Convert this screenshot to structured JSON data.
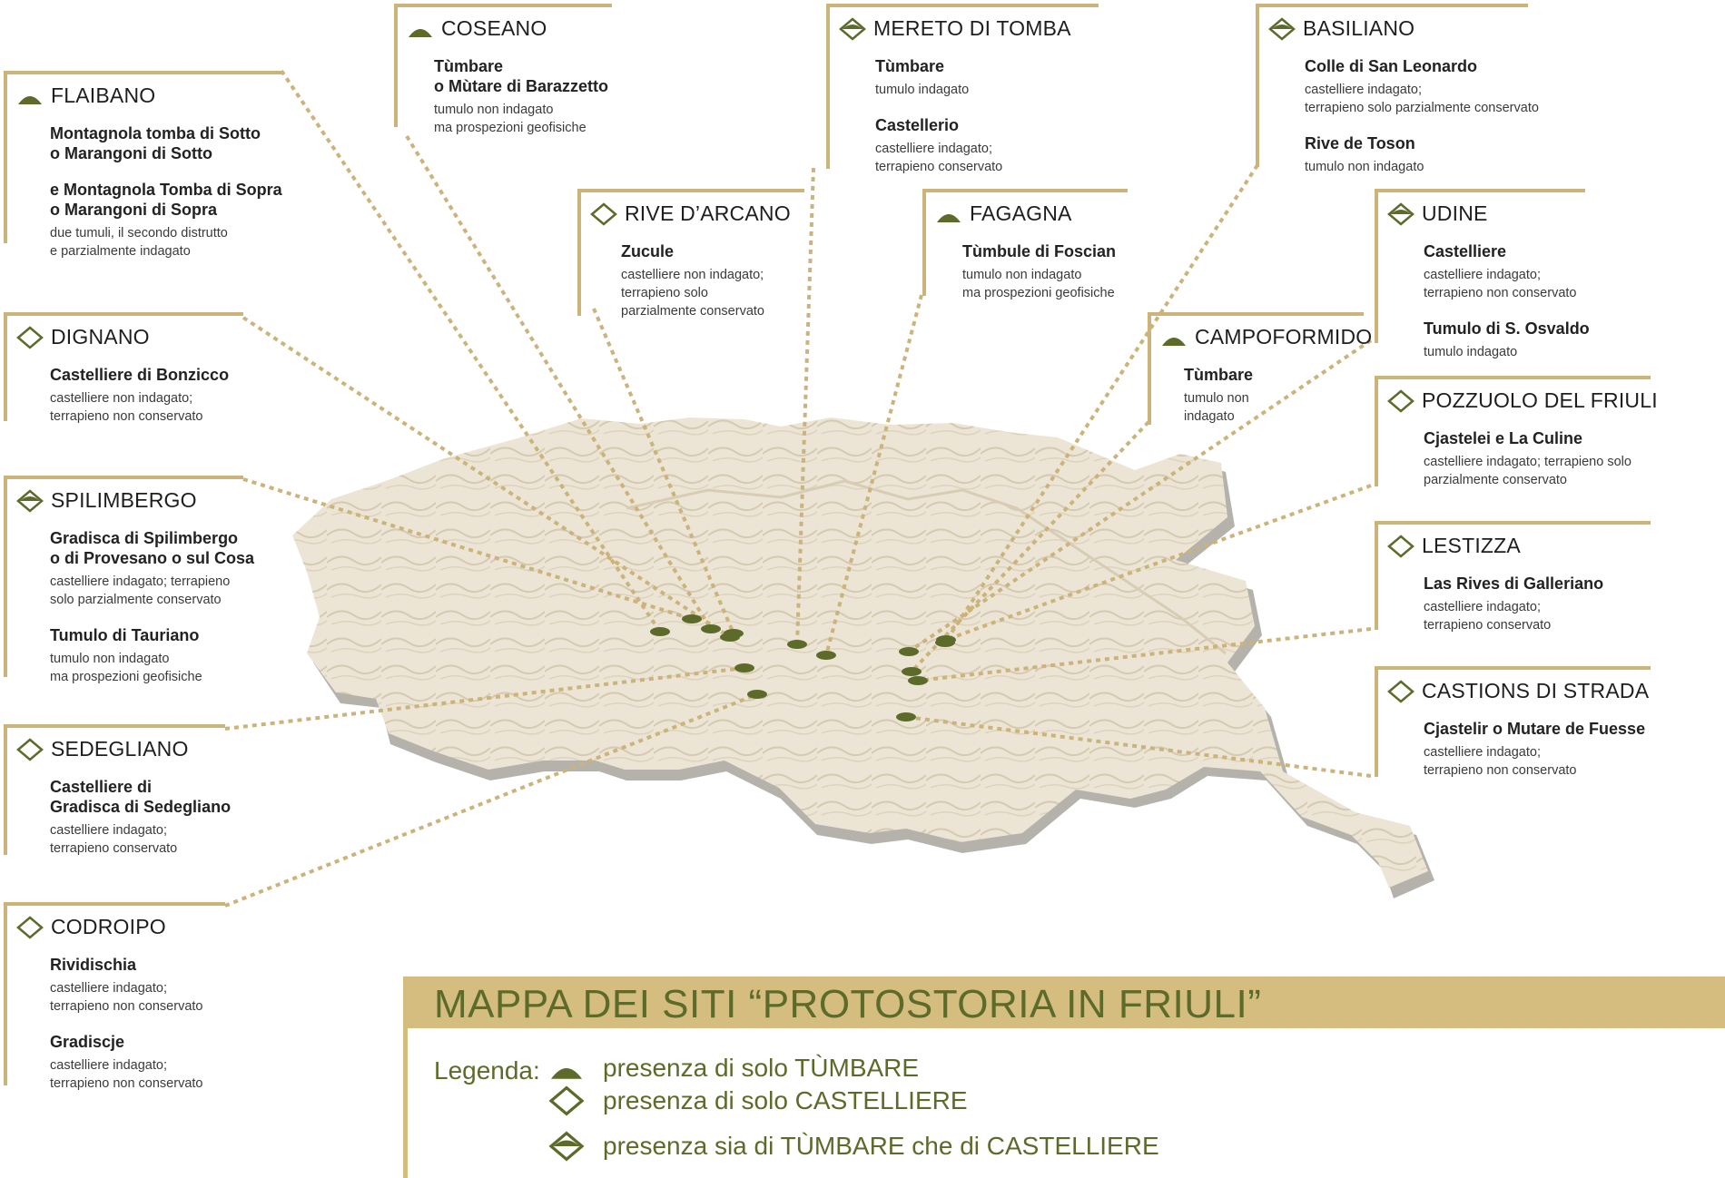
{
  "colors": {
    "gold": "#cbb37a",
    "olive": "#5c6b2a",
    "site_dot": "#5c6b2a",
    "relief": "#e3dac6"
  },
  "panels": [
    {
      "id": "flaibano",
      "name": "FLAIBANO",
      "icon": "tumulus-icon",
      "sites": [
        {
          "name": "Montagnola tomba di Sotto\no Marangoni di Sotto",
          "desc": ""
        },
        {
          "name": "e Montagnola Tomba di Sopra\no Marangoni di Sopra",
          "desc": "due tumuli, il secondo distrutto\ne parzialmente indagato"
        }
      ]
    },
    {
      "id": "coseano",
      "name": "COSEANO",
      "icon": "tumulus-icon",
      "sites": [
        {
          "name": "Tùmbare\no Mùtare di Barazzetto",
          "desc": "tumulo non indagato\nma prospezioni geofisiche"
        }
      ]
    },
    {
      "id": "mereto",
      "name": "MERETO DI TOMBA",
      "icon": "both-icon",
      "sites": [
        {
          "name": "Tùmbare",
          "desc": "tumulo indagato"
        },
        {
          "name": "Castellerio",
          "desc": "castelliere indagato;\nterrapieno conservato"
        }
      ]
    },
    {
      "id": "basiliano",
      "name": "BASILIANO",
      "icon": "both-icon",
      "sites": [
        {
          "name": "Colle di San Leonardo",
          "desc": "castelliere indagato;\nterrapieno solo parzialmente conservato"
        },
        {
          "name": "Rive de Toson",
          "desc": "tumulo non indagato"
        }
      ]
    },
    {
      "id": "rive",
      "name": "RIVE D’ARCANO",
      "icon": "castelliere-icon",
      "sites": [
        {
          "name": "Zucule",
          "desc": "castelliere non indagato;\nterrapieno solo\nparzialmente conservato"
        }
      ]
    },
    {
      "id": "fagagna",
      "name": "FAGAGNA",
      "icon": "tumulus-icon",
      "sites": [
        {
          "name": "Tùmbule di Foscian",
          "desc": "tumulo non indagato\nma prospezioni geofisiche"
        }
      ]
    },
    {
      "id": "udine",
      "name": "UDINE",
      "icon": "both-icon",
      "sites": [
        {
          "name": "Castelliere",
          "desc": "castelliere indagato;\nterrapieno non conservato"
        },
        {
          "name": "Tumulo di S. Osvaldo",
          "desc": "tumulo indagato"
        }
      ]
    },
    {
      "id": "dignano",
      "name": "DIGNANO",
      "icon": "castelliere-icon",
      "sites": [
        {
          "name": "Castelliere di Bonzicco",
          "desc": "castelliere non indagato;\nterrapieno non conservato"
        }
      ]
    },
    {
      "id": "campoformido",
      "name": "CAMPOFORMIDO",
      "icon": "tumulus-icon",
      "sites": [
        {
          "name": "Tùmbare",
          "desc": "tumulo non\nindagato"
        }
      ]
    },
    {
      "id": "pozzuolo",
      "name": "POZZUOLO DEL FRIULI",
      "icon": "castelliere-icon",
      "sites": [
        {
          "name": "Cjastelei e La Culine",
          "desc": "castelliere indagato; terrapieno solo\nparzialmente conservato"
        }
      ]
    },
    {
      "id": "spilimbergo",
      "name": "SPILIMBERGO",
      "icon": "both-icon",
      "sites": [
        {
          "name": "Gradisca di Spilimbergo\no di Provesano o sul Cosa",
          "desc": "castelliere indagato; terrapieno\nsolo parzialmente conservato"
        },
        {
          "name": "Tumulo di Tauriano",
          "desc": "tumulo non indagato\nma prospezioni geofisiche"
        }
      ]
    },
    {
      "id": "lestizza",
      "name": "LESTIZZA",
      "icon": "castelliere-icon",
      "sites": [
        {
          "name": "Las Rives di Galleriano",
          "desc": "castelliere indagato;\nterrapieno conservato"
        }
      ]
    },
    {
      "id": "sedegliano",
      "name": "SEDEGLIANO",
      "icon": "castelliere-icon",
      "sites": [
        {
          "name": "Castelliere di\nGradisca di Sedegliano",
          "desc": "castelliere indagato;\nterrapieno conservato"
        }
      ]
    },
    {
      "id": "castions",
      "name": "CASTIONS DI STRADA",
      "icon": "castelliere-icon",
      "sites": [
        {
          "name": "Cjastelir o Mutare de Fuesse",
          "desc": "castelliere indagato;\nterrapieno non conservato"
        }
      ]
    },
    {
      "id": "codroipo",
      "name": "CODROIPO",
      "icon": "castelliere-icon",
      "sites": [
        {
          "name": "Rividischia",
          "desc": "castelliere indagato;\nterrapieno non conservato"
        },
        {
          "name": "Gradiscje",
          "desc": "castelliere indagato;\nterrapieno non conservato"
        }
      ]
    }
  ],
  "title": "MAPPA DEI SITI “PROTOSTORIA IN FRIULI”",
  "legend": {
    "label": "Legenda:",
    "items": [
      {
        "icon": "tumulus-icon",
        "text": "presenza di solo TÙMBARE"
      },
      {
        "icon": "castelliere-icon",
        "text": "presenza di solo CASTELLIERE"
      },
      {
        "icon": "both-icon",
        "text": "presenza sia di TÙMBARE che di CASTELLIERE"
      }
    ]
  }
}
